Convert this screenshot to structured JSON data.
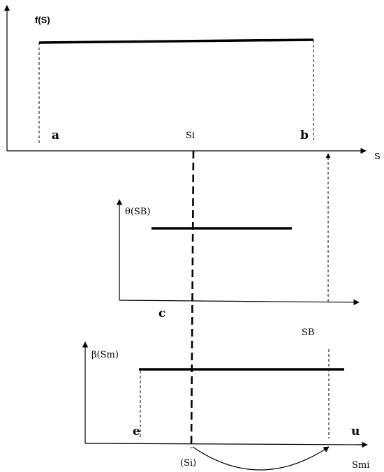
{
  "panel1": {
    "y_label": "f(S)",
    "x_label": "S",
    "left_label": "a",
    "right_label": "b",
    "mid_label": "Si"
  },
  "panel2": {
    "y_label": "θ(SB)",
    "bottom_label": "c",
    "right_label": "SB"
  },
  "panel3": {
    "y_label": "β(Sm)",
    "left_label": "e",
    "right_label": "u",
    "mid_label": "(Si)",
    "x_label": "Smi"
  }
}
